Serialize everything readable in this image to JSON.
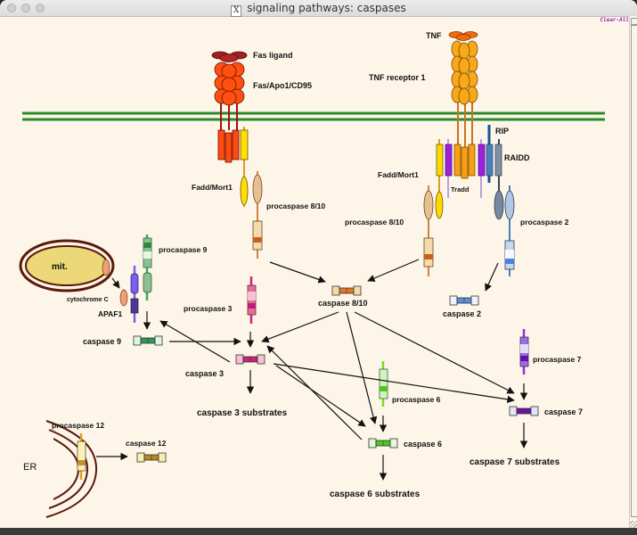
{
  "window": {
    "title": "signaling pathways: caspases",
    "title_icon": "x11-icon",
    "clear_all_label": "Clear-All"
  },
  "colors": {
    "background": "#fdf5e8",
    "membrane": "#2a8a2a",
    "arrow": "#111111"
  },
  "labels": {
    "fas_ligand": "Fas ligand",
    "fas_receptor": "Fas/Apo1/CD95",
    "tnf": "TNF",
    "tnf_receptor": "TNF receptor 1",
    "rip": "RIP",
    "raidd": "RAIDD",
    "tradd": "Tradd",
    "fadd_left": "Fadd/Mort1",
    "fadd_right": "Fadd/Mort1",
    "procaspase_8_left": "procaspase 8/10",
    "procaspase_8_right": "procaspase 8/10",
    "procaspase_2": "procaspase 2",
    "caspase_8": "caspase 8/10",
    "caspase_2": "caspase 2",
    "mitochondrion": "mit.",
    "cytochrome_c": "cytochrome C",
    "apaf1": "APAF1",
    "procaspase_9": "procaspase 9",
    "caspase_9": "caspase 9",
    "procaspase_3": "procaspase 3",
    "caspase_3": "caspase 3",
    "caspase_3_substrates": "caspase 3 substrates",
    "procaspase_6": "procaspase 6",
    "caspase_6": "caspase 6",
    "caspase_6_substrates": "caspase 6 substrates",
    "procaspase_7": "procaspase 7",
    "caspase_7": "caspase 7",
    "caspase_7_substrates": "caspase 7 substrates",
    "er": "ER",
    "procaspase_12": "procaspase 12",
    "caspase_12": "caspase 12"
  },
  "proteins": {
    "caspase_8": {
      "outer": "#f4dcaa",
      "inner": "#e07a2a"
    },
    "caspase_2": {
      "outer": "#eef2fb",
      "inner": "#5a8fe0"
    },
    "caspase_9": {
      "outer": "#dff5df",
      "inner": "#2f9a55"
    },
    "caspase_3": {
      "outer": "#f8c0d4",
      "inner": "#c8247a"
    },
    "caspase_6": {
      "outer": "#e4f8d4",
      "inner": "#4ac820"
    },
    "caspase_7": {
      "outer": "#e4e4f6",
      "inner": "#6a10a8"
    },
    "caspase_12": {
      "outer": "#f9eeb0",
      "inner": "#b88820"
    }
  }
}
